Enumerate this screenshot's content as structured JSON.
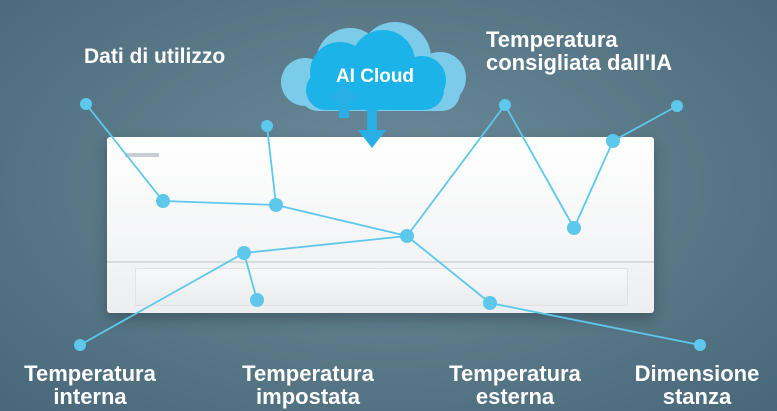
{
  "cloud": {
    "label": "AI Cloud"
  },
  "labels": {
    "usage_data": "Dati di utilizzo",
    "ai_recommended_temp_line1": "Temperatura",
    "ai_recommended_temp_line2": "consigliata dall'IA",
    "indoor_temp_line1": "Temperatura",
    "indoor_temp_line2": "interna",
    "set_temp_line1": "Temperatura",
    "set_temp_line2": "impostata",
    "outdoor_temp_line1": "Temperatura",
    "outdoor_temp_line2": "esterna",
    "room_size_line1": "Dimensione",
    "room_size_line2": "stanza"
  },
  "colors": {
    "background": "#587887",
    "network": "#5ec8ec",
    "cloud_front": "#1bb3e8",
    "cloud_back": "#7fd4f4",
    "arrow": "#2aaee6",
    "unit": "#f3f4f5"
  }
}
